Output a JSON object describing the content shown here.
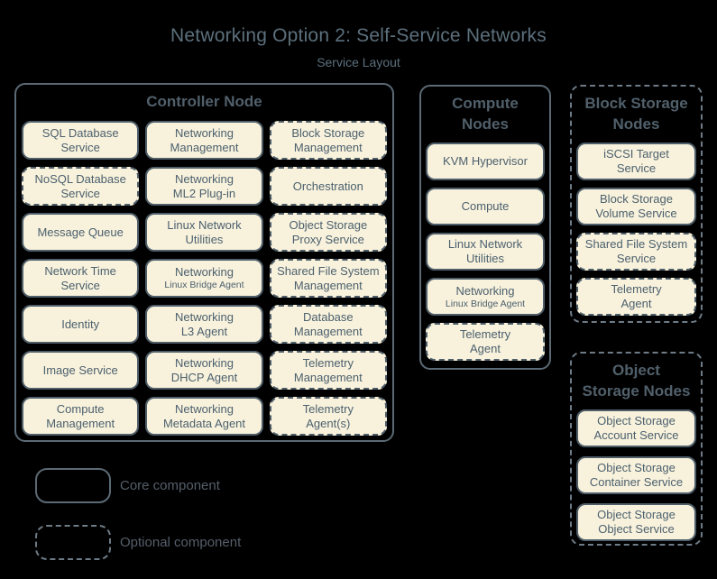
{
  "title": "Networking Option 2: Self-Service Networks",
  "subtitle": "Service Layout",
  "colors": {
    "background": "#000000",
    "box_fill": "#f8f2dd",
    "box_border": "#4f5e69",
    "container_border": "#5b6a75",
    "dashed_border": "#6e7b86",
    "title_text": "#5c707d",
    "header_text": "#51606b",
    "box_text": "#4c606d",
    "legend_text": "#555f6a"
  },
  "containers": [
    {
      "label": "Controller Node",
      "border": "solid",
      "items": [
        {
          "label": "SQL Database\nService",
          "border": "solid"
        },
        {
          "label": "Networking\nManagement",
          "border": "solid"
        },
        {
          "label": "Block Storage\nManagement",
          "border": "dashed"
        },
        {
          "label": "NoSQL Database\nService",
          "border": "dashed"
        },
        {
          "label": "Networking\nML2 Plug-in",
          "border": "solid"
        },
        {
          "label": "Orchestration",
          "border": "dashed"
        },
        {
          "label": "Message Queue",
          "border": "solid"
        },
        {
          "label": "Linux Network\nUtilities",
          "border": "solid"
        },
        {
          "label": "Object Storage\nProxy Service",
          "border": "dashed"
        },
        {
          "label": "Network Time\nService",
          "border": "solid"
        },
        {
          "label": "Networking",
          "sub": "Linux Bridge Agent",
          "border": "solid"
        },
        {
          "label": "Shared File System\nManagement",
          "border": "dashed"
        },
        {
          "label": "Identity",
          "border": "solid"
        },
        {
          "label": "Networking\nL3 Agent",
          "border": "solid"
        },
        {
          "label": "Database\nManagement",
          "border": "dashed"
        },
        {
          "label": "Image Service",
          "border": "solid"
        },
        {
          "label": "Networking\nDHCP Agent",
          "border": "solid"
        },
        {
          "label": "Telemetry\nManagement",
          "border": "dashed"
        },
        {
          "label": "Compute\nManagement",
          "border": "solid"
        },
        {
          "label": "Networking\nMetadata Agent",
          "border": "solid"
        },
        {
          "label": "Telemetry\nAgent(s)",
          "border": "dashed"
        }
      ]
    },
    {
      "label": "Compute\nNodes",
      "border": "solid",
      "items": [
        {
          "label": "KVM Hypervisor",
          "border": "solid"
        },
        {
          "label": "Compute",
          "border": "solid"
        },
        {
          "label": "Linux Network\nUtilities",
          "border": "solid"
        },
        {
          "label": "Networking",
          "sub": "Linux Bridge Agent",
          "border": "solid"
        },
        {
          "label": "Telemetry\nAgent",
          "border": "dashed"
        }
      ]
    },
    {
      "label": "Block Storage\nNodes",
      "border": "dashed",
      "items": [
        {
          "label": "iSCSI Target\nService",
          "border": "solid"
        },
        {
          "label": "Block Storage\nVolume Service",
          "border": "solid"
        },
        {
          "label": "Shared File System\nService",
          "border": "dashed"
        },
        {
          "label": "Telemetry\nAgent",
          "border": "dashed"
        }
      ]
    },
    {
      "label": "Object\nStorage Nodes",
      "border": "dashed",
      "items": [
        {
          "label": "Object Storage\nAccount Service",
          "border": "solid"
        },
        {
          "label": "Object Storage\nContainer Service",
          "border": "solid"
        },
        {
          "label": "Object Storage\nObject Service",
          "border": "solid"
        }
      ]
    }
  ],
  "legend": {
    "core_label": "Core component",
    "optional_label": "Optional component"
  }
}
